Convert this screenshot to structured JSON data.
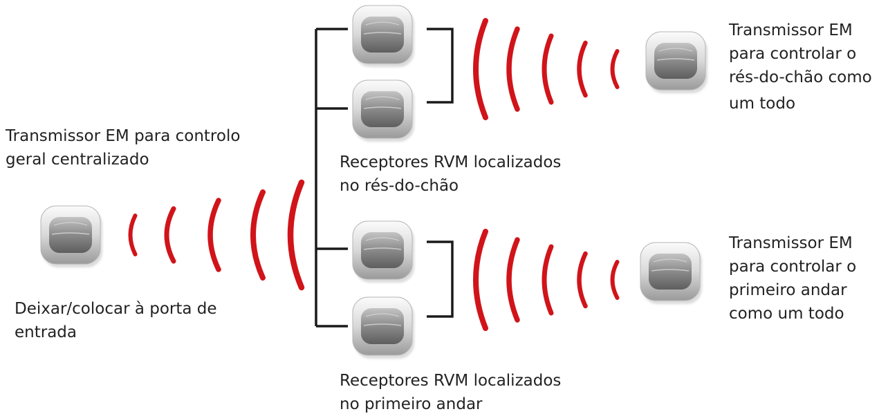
{
  "labels": {
    "central_transmitter": [
      "Transmissor EM para controlo",
      "geral centralizado"
    ],
    "entrance_note": [
      "Deixar/colocar à porta de",
      "entrada"
    ],
    "ground_receivers": [
      "Receptores RVM localizados",
      "no rés-do-chão"
    ],
    "first_receivers": [
      "Receptores RVM localizados",
      "no primeiro andar"
    ],
    "ground_transmitter": [
      "Transmissor EM",
      "para controlar o",
      "rés-do-chão como",
      "um todo"
    ],
    "first_transmitter": [
      "Transmissor EM",
      "para controlar o",
      "primeiro andar",
      "como um todo"
    ]
  },
  "icons": {
    "device": "wireless-switch-icon",
    "signal": "signal-waves-icon"
  },
  "colors": {
    "signal": "#d0141a",
    "wire": "#1a1a1a",
    "device_light": "#f2f2f2",
    "device_dark": "#8f8f8f",
    "text": "#222222"
  }
}
